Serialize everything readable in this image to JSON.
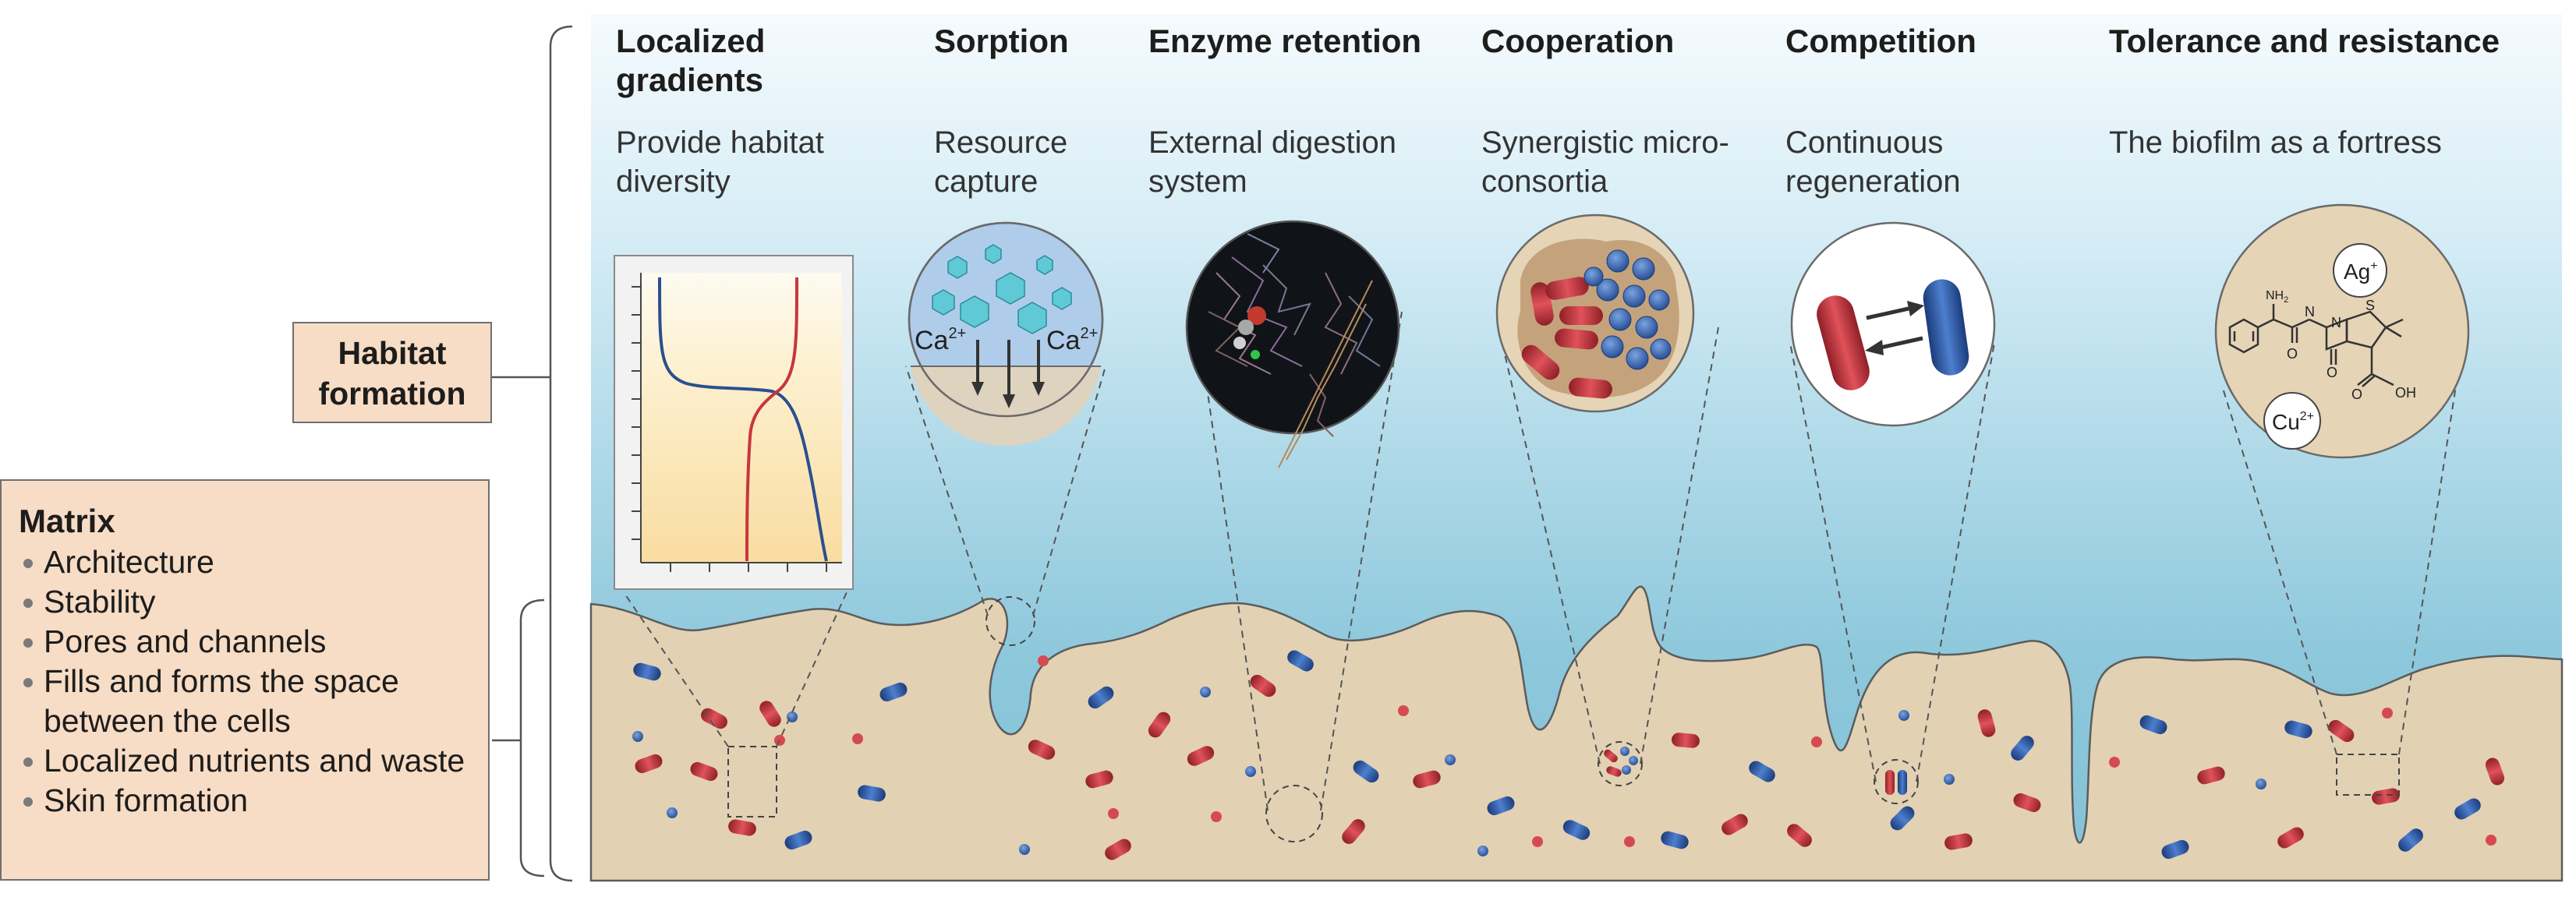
{
  "left": {
    "matrix": {
      "title": "Matrix",
      "items": [
        "Architecture",
        "Stability",
        "Pores and channels",
        "Fills and forms the space between the cells",
        "Localized nutrients and waste",
        "Skin formation"
      ]
    },
    "habitat": {
      "title": "Habitat formation"
    }
  },
  "columns": [
    {
      "title": "Localized gradients",
      "subtitle": "Provide habitat diversity",
      "icon": "gradient-plot-icon"
    },
    {
      "title": "Sorption",
      "subtitle": "Resource capture",
      "icon": "sorption-icon",
      "labels": [
        "Ca2+",
        "Ca2+"
      ]
    },
    {
      "title": "Enzyme retention",
      "subtitle": "External digestion system",
      "icon": "enzyme-structure-icon"
    },
    {
      "title": "Cooperation",
      "subtitle": "Synergistic micro-consortia",
      "icon": "micro-consortia-icon"
    },
    {
      "title": "Competition",
      "subtitle": "Continuous regeneration",
      "icon": "competition-icon"
    },
    {
      "title": "Tolerance and resistance",
      "subtitle": "The biofilm as a fortress",
      "icon": "antibiotic-molecule-icon",
      "labels": [
        "Ag+",
        "Cu2+",
        "NH2",
        "O",
        "N",
        "S",
        "OH"
      ]
    }
  ],
  "colors": {
    "matrix_box": "#f7dcc6",
    "biofilm": "#e2d1b3",
    "red_cell": "#c8363d",
    "blue_cell": "#2f5fa8",
    "water_top": "#f5fafd",
    "water_bottom": "#86c3d8"
  }
}
